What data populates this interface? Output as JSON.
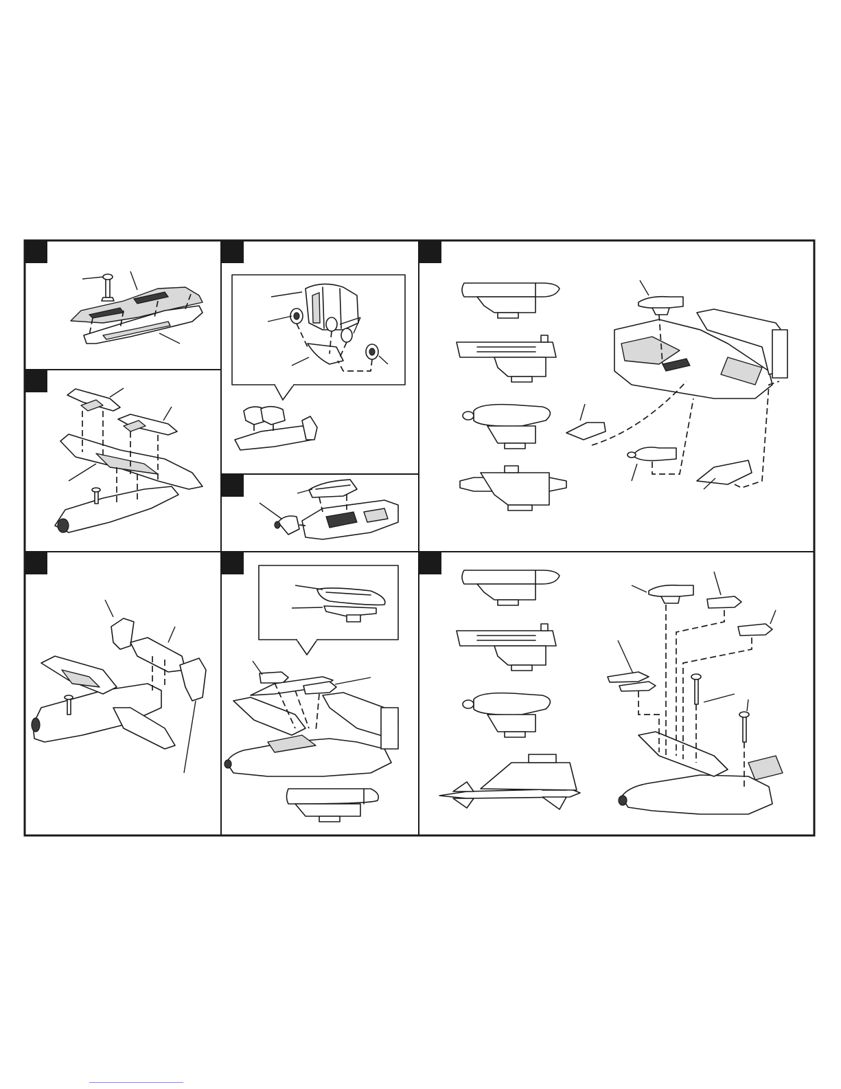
{
  "sheet": {
    "panels": [
      {
        "id": "panel-fuselage-halves"
      },
      {
        "id": "panel-engine-pods"
      },
      {
        "id": "panel-ordnance-center"
      },
      {
        "id": "panel-wings-install"
      },
      {
        "id": "panel-canopy"
      },
      {
        "id": "panel-tail-fins"
      },
      {
        "id": "panel-long-tank"
      },
      {
        "id": "panel-ordnance-wing"
      }
    ],
    "icons": [
      "dashed-guide-line",
      "leader-line",
      "step-number-tab"
    ]
  }
}
